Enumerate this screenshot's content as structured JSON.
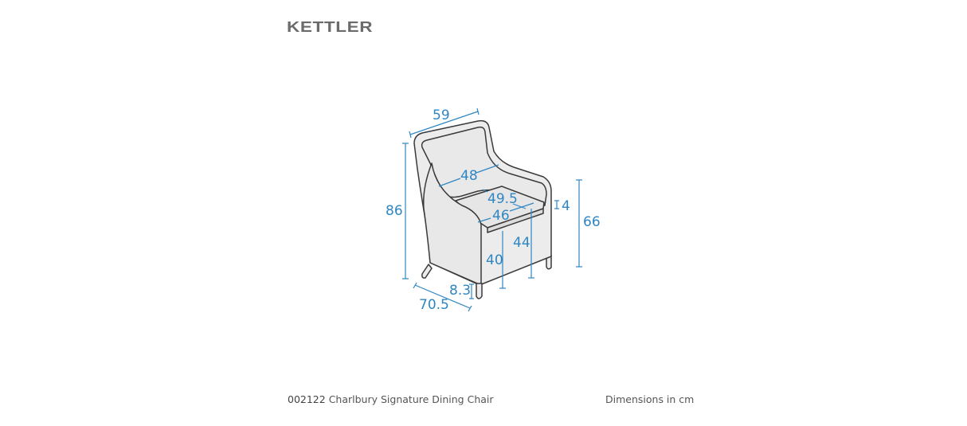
{
  "brand": {
    "name": "KETTLER",
    "color": "#6b6b6b"
  },
  "product": {
    "code": "002122",
    "name": "Charlbury Signature Dining Chair"
  },
  "units_note": "Dimensions in cm",
  "colors": {
    "dimension": "#2f86c3",
    "outline": "#3a3a3a",
    "fill": "#ececec"
  },
  "dimensions": {
    "width_top": "59",
    "back_inner_width": "48",
    "seat_depth": "49.5",
    "seat_width": "46",
    "cushion_thickness": "4",
    "armrest_height": "66",
    "total_height": "86",
    "seat_height": "44",
    "seat_height_no_cushion": "40",
    "leg_height": "8.3",
    "depth": "70.5"
  }
}
